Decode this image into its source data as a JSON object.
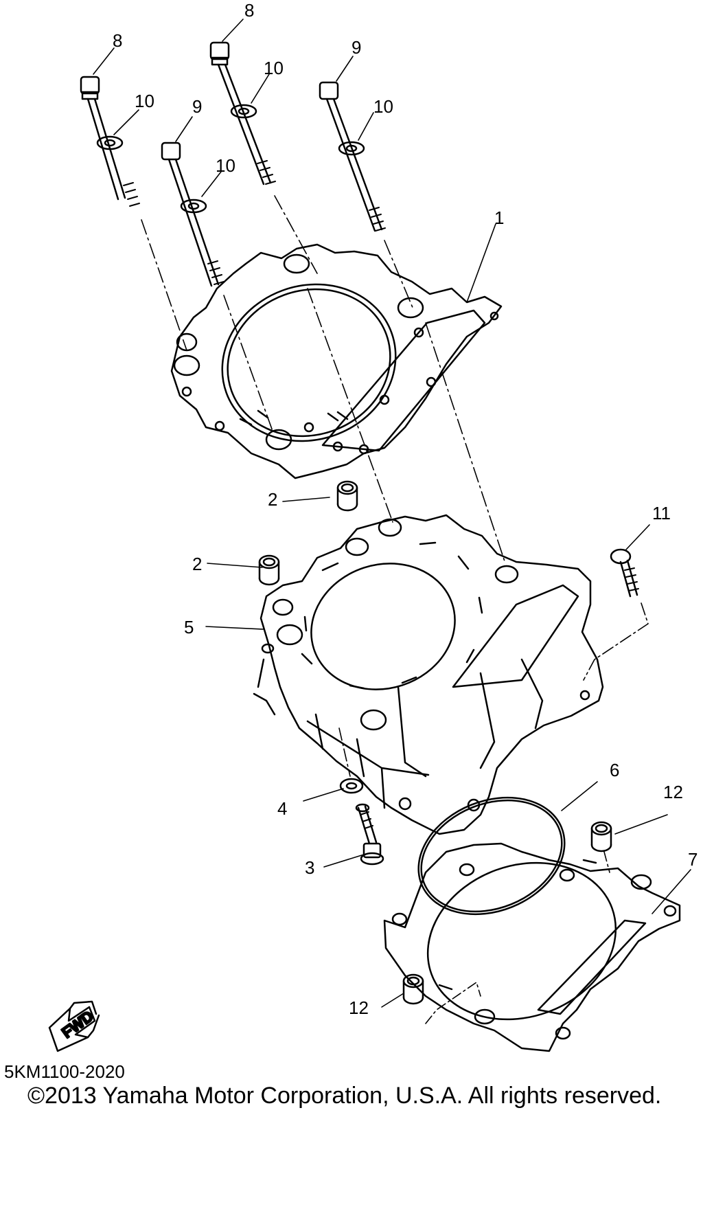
{
  "diagram": {
    "callouts": {
      "c1": "1",
      "c2a": "2",
      "c2b": "2",
      "c3": "3",
      "c4": "4",
      "c5": "5",
      "c6": "6",
      "c7": "7",
      "c8a": "8",
      "c8b": "8",
      "c9a": "9",
      "c9b": "9",
      "c10a": "10",
      "c10b": "10",
      "c10c": "10",
      "c10d": "10",
      "c11": "11",
      "c12a": "12",
      "c12b": "12"
    },
    "fwd_label": "FWD",
    "code": "5KM1100-2020",
    "copyright": "©2013 Yamaha Motor Corporation, U.S.A. All rights reserved."
  }
}
